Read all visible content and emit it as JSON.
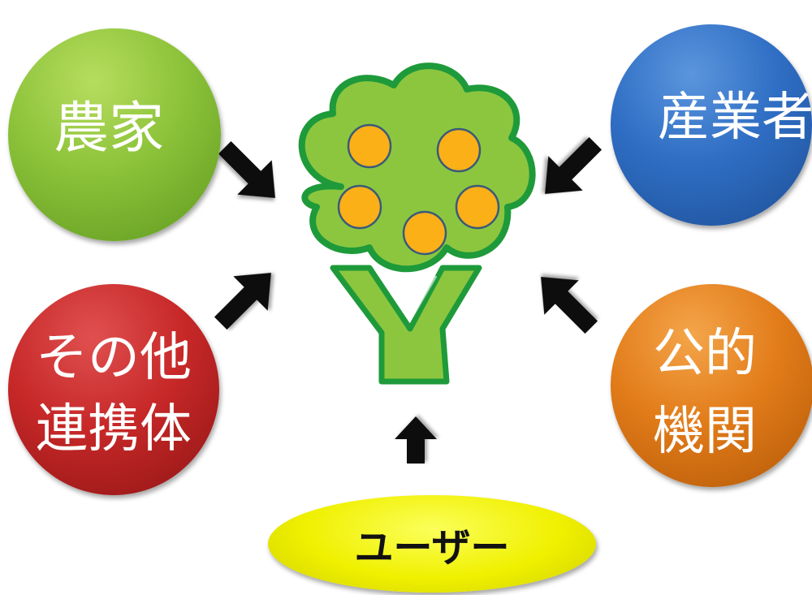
{
  "nodes": {
    "farmer": {
      "label": "農家",
      "color": "#8cc23a"
    },
    "industry": {
      "label": "産業者",
      "color": "#2f6ec4"
    },
    "others": {
      "line1": "その他",
      "line2": "連携体",
      "color": "#c72828"
    },
    "public": {
      "line1": "公的",
      "line2": "機関",
      "color": "#e27c1a"
    },
    "user": {
      "label": "ユーザー",
      "color": "#f0f000"
    }
  },
  "tree": {
    "foliage_color": "#8cc63f",
    "outline_color": "#1e9a3a",
    "fruit_color": "#fbb017",
    "fruit_count": 5
  },
  "arrow_color": "#111111"
}
